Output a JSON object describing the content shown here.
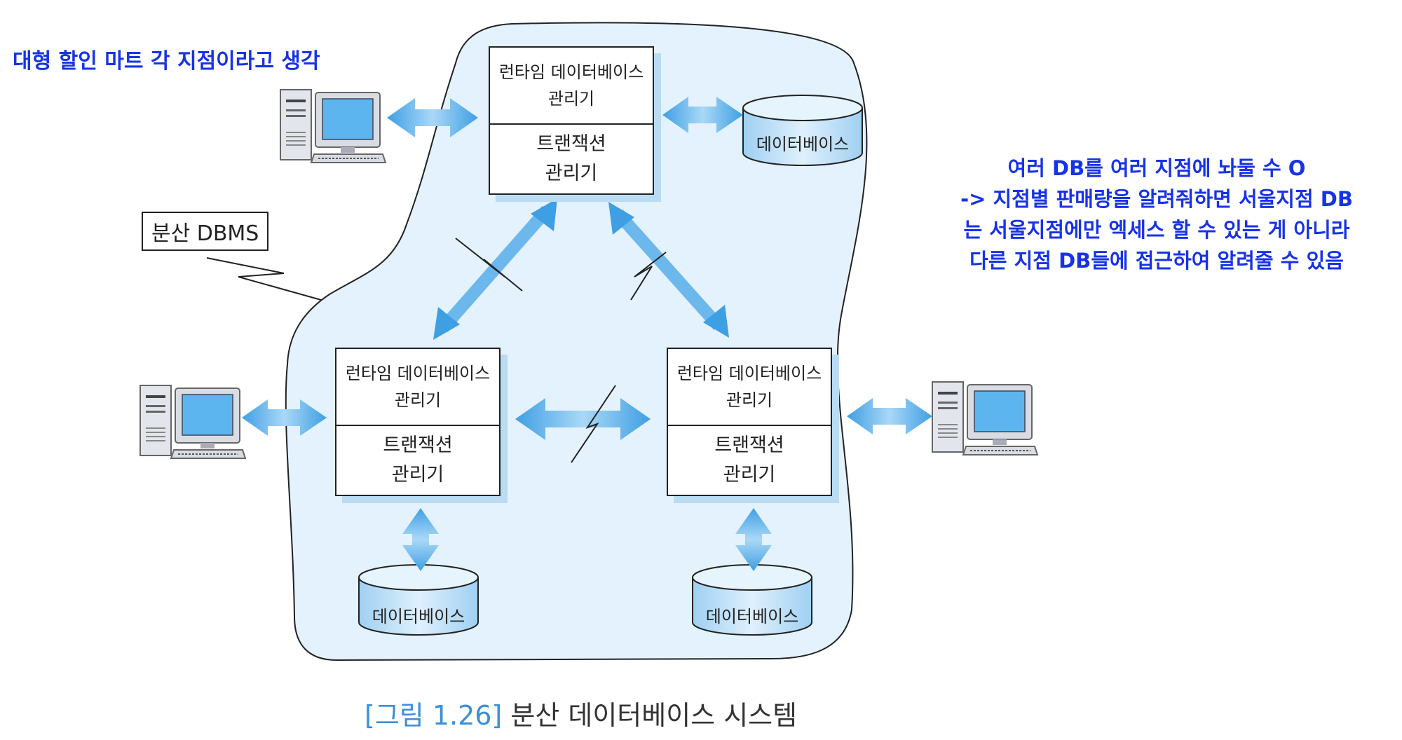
{
  "notes": {
    "left": "대형 할인 마트 각 지점이라고 생각",
    "right_lines": [
      "여러 DB를 여러 지점에 놔둘 수 O",
      "-> 지점별 판매량을 알려줘하면 서울지점 DB",
      "는 서울지점에만 엑세스 할 수 있는 게 아니라",
      "다른 지점 DB들에 접근하여 알려줄 수 있음"
    ]
  },
  "diagram": {
    "system_label": "분산 DBMS",
    "nodes": [
      {
        "runtime_manager_line1": "런타임 데이터베이스",
        "runtime_manager_line2": "관리기",
        "transaction_manager_line1": "트랜잭션",
        "transaction_manager_line2": "관리기",
        "database": "데이터베이스"
      },
      {
        "runtime_manager_line1": "런타임 데이터베이스",
        "runtime_manager_line2": "관리기",
        "transaction_manager_line1": "트랜잭션",
        "transaction_manager_line2": "관리기",
        "database": "데이터베이스"
      },
      {
        "runtime_manager_line1": "런타임 데이터베이스",
        "runtime_manager_line2": "관리기",
        "transaction_manager_line1": "트랜잭션",
        "transaction_manager_line2": "관리기",
        "database": "데이터베이스"
      }
    ],
    "icons": [
      "computer-icon",
      "database-cylinder-icon",
      "bidirectional-arrow-icon",
      "network-link-icon"
    ],
    "colors": {
      "region_fill": "#e3f2fc",
      "arrow": "#5aaee8",
      "note_text": "#1733e6",
      "shadow": "#b9dcf3"
    }
  },
  "caption": {
    "number": "[그림 1.26]",
    "title": "분산 데이터베이스 시스템"
  }
}
